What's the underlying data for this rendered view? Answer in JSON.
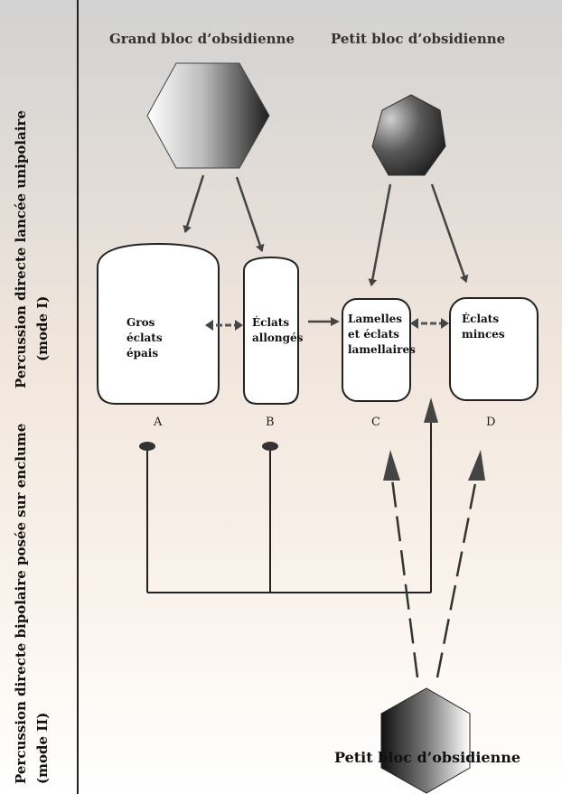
{
  "side_labels": {
    "mode1_line1": "Percussion directe lancée unipolaire",
    "mode1_line2": "(mode I)",
    "mode2_line1": "Percussion directe bipolaire posée sur enclume",
    "mode2_line2": "(mode II)"
  },
  "headers": {
    "grand": "Grand bloc d’obsidienne",
    "petit": "Petit bloc d’obsidienne"
  },
  "boxes": {
    "a": [
      "Gros",
      "éclats",
      "épais"
    ],
    "b": [
      "Éclats",
      "allongés"
    ],
    "c": [
      "Lamelles",
      "et éclats",
      "lamellaires"
    ],
    "d": [
      "Éclats",
      "minces"
    ]
  },
  "letters": {
    "a": "A",
    "b": "B",
    "c": "C",
    "d": "D"
  },
  "bottom_label": "Petit bloc d’obsidienne"
}
